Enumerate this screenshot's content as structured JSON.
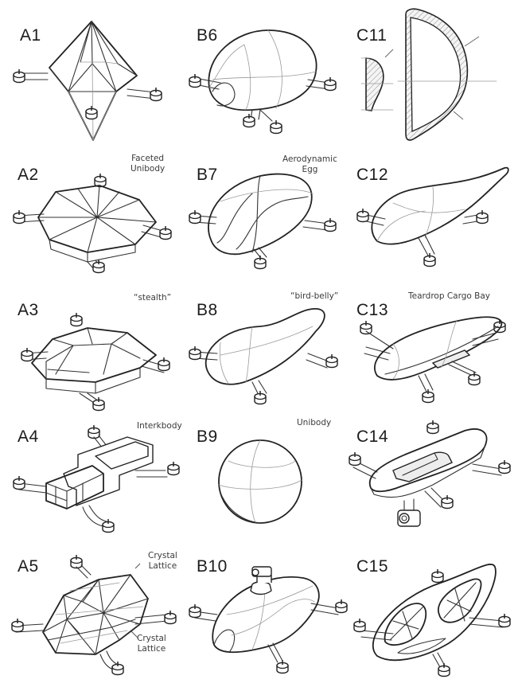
{
  "sheet": {
    "background": "#ffffff",
    "ink_color": "#222222",
    "columns": [
      "A",
      "B",
      "C"
    ],
    "rows": 5
  },
  "concepts": [
    {
      "id": "A1",
      "note": ""
    },
    {
      "id": "B6",
      "note": ""
    },
    {
      "id": "C11",
      "note": ""
    },
    {
      "id": "A2",
      "note": "Faceted\nUnibody"
    },
    {
      "id": "B7",
      "note": "Aerodynamic\nEgg"
    },
    {
      "id": "C12",
      "note": ""
    },
    {
      "id": "A3",
      "note": "“stealth”"
    },
    {
      "id": "B8",
      "note": "“bird-belly”"
    },
    {
      "id": "C13",
      "note": "Teardrop Cargo Bay"
    },
    {
      "id": "A4",
      "note": "Interkbody"
    },
    {
      "id": "B9",
      "note": "Unibody"
    },
    {
      "id": "C14",
      "note": ""
    },
    {
      "id": "A5",
      "note": "Crystal\nLattice",
      "note2": "Crystal\nLattice"
    },
    {
      "id": "B10",
      "note": ""
    },
    {
      "id": "C15",
      "note": ""
    }
  ]
}
